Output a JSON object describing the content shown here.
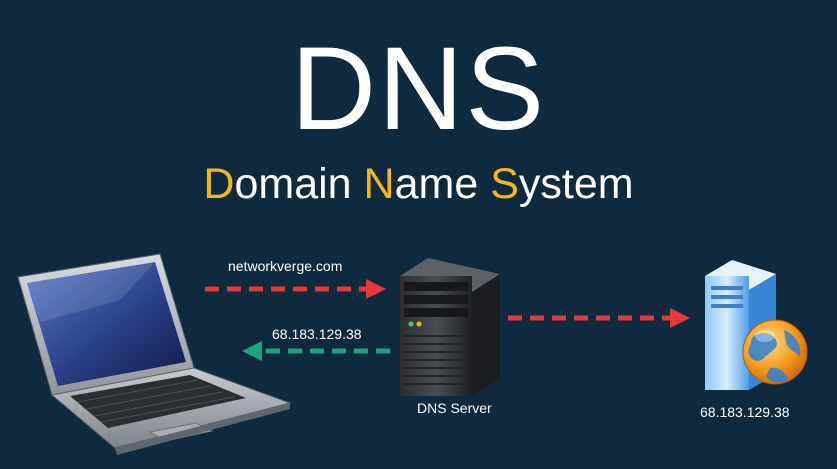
{
  "title": "DNS",
  "subtitle": {
    "word1_initial": "D",
    "word1_rest": "omain ",
    "word2_initial": "N",
    "word2_rest": "ame ",
    "word3_initial": "S",
    "word3_rest": "ystem"
  },
  "labels": {
    "query_domain": "networkverge.com",
    "reply_ip": "68.183.129.38",
    "dns_server": "DNS Server",
    "destination_ip": "68.183.129.38"
  },
  "colors": {
    "background": "#0f2a3e",
    "accent_letters": "#f0b81a",
    "request_arrow": "#e03a3a",
    "reply_arrow": "#1fa37f"
  },
  "icons": [
    "laptop-icon",
    "server-tower-icon",
    "web-server-globe-icon"
  ]
}
